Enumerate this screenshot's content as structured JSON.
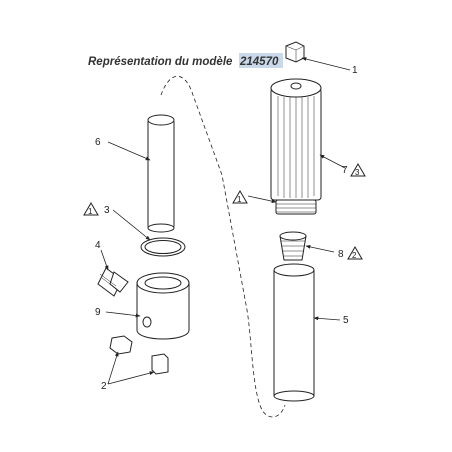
{
  "caption": {
    "prefix": "Représentation du modèle",
    "model": "214570",
    "highlight_color": "#c9d9ea"
  },
  "callouts": {
    "c1": "1",
    "c2": "2",
    "c3": "3",
    "c4": "4",
    "c5": "5",
    "c6": "6",
    "c7": "7",
    "c8": "8",
    "c9": "9"
  },
  "warning_triangles": {
    "t_c7": "3",
    "t_c3": "1",
    "t_housing": "1",
    "t_c8": "2"
  }
}
